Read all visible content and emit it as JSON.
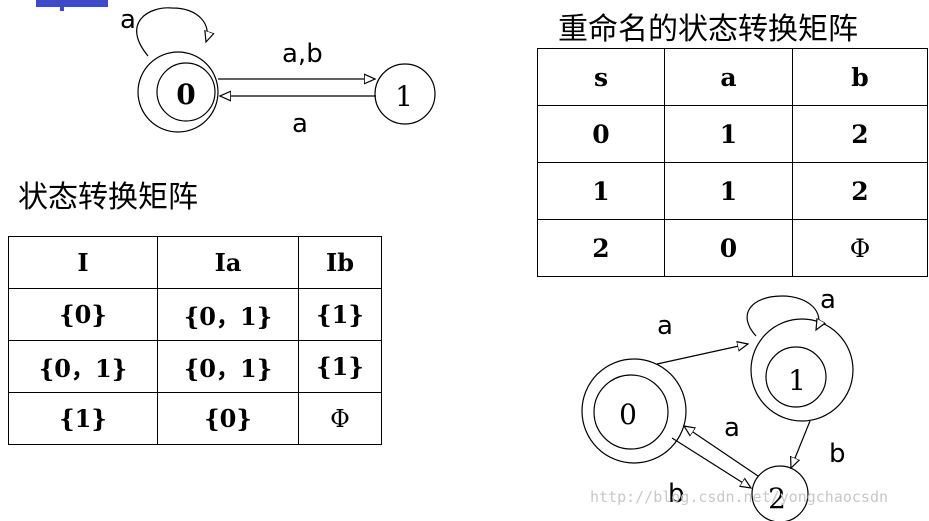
{
  "diagram_top": {
    "states": [
      "0",
      "1"
    ],
    "edges": [
      {
        "from": "0",
        "to": "0",
        "label": "a"
      },
      {
        "from": "0",
        "to": "1",
        "label": "a,b"
      },
      {
        "from": "1",
        "to": "0",
        "label": "a"
      }
    ]
  },
  "left_title": "状态转换矩阵",
  "left_table": {
    "headers": [
      "I",
      "Ia",
      "Ib"
    ],
    "rows": [
      [
        "{0}",
        "{0，1}",
        "{1}"
      ],
      [
        "{0，1}",
        "{0，1}",
        "{1}"
      ],
      [
        "{1}",
        "{0}",
        "Φ"
      ]
    ]
  },
  "right_title": "重命名的状态转换矩阵",
  "right_table": {
    "headers": [
      "s",
      "a",
      "b"
    ],
    "rows": [
      [
        "0",
        "1",
        "2"
      ],
      [
        "1",
        "1",
        "2"
      ],
      [
        "2",
        "0",
        "Φ"
      ]
    ]
  },
  "diagram_bottom": {
    "states": [
      "0",
      "1",
      "2"
    ],
    "edges": [
      {
        "from": "0",
        "to": "1",
        "label": "a"
      },
      {
        "from": "1",
        "to": "1",
        "label": "a"
      },
      {
        "from": "1",
        "to": "2",
        "label": "b"
      },
      {
        "from": "2",
        "to": "0",
        "label": "a"
      },
      {
        "from": "0",
        "to": "2",
        "label": "b"
      }
    ]
  },
  "watermark": "http://blog.csdn.net/yongchaocsdn"
}
